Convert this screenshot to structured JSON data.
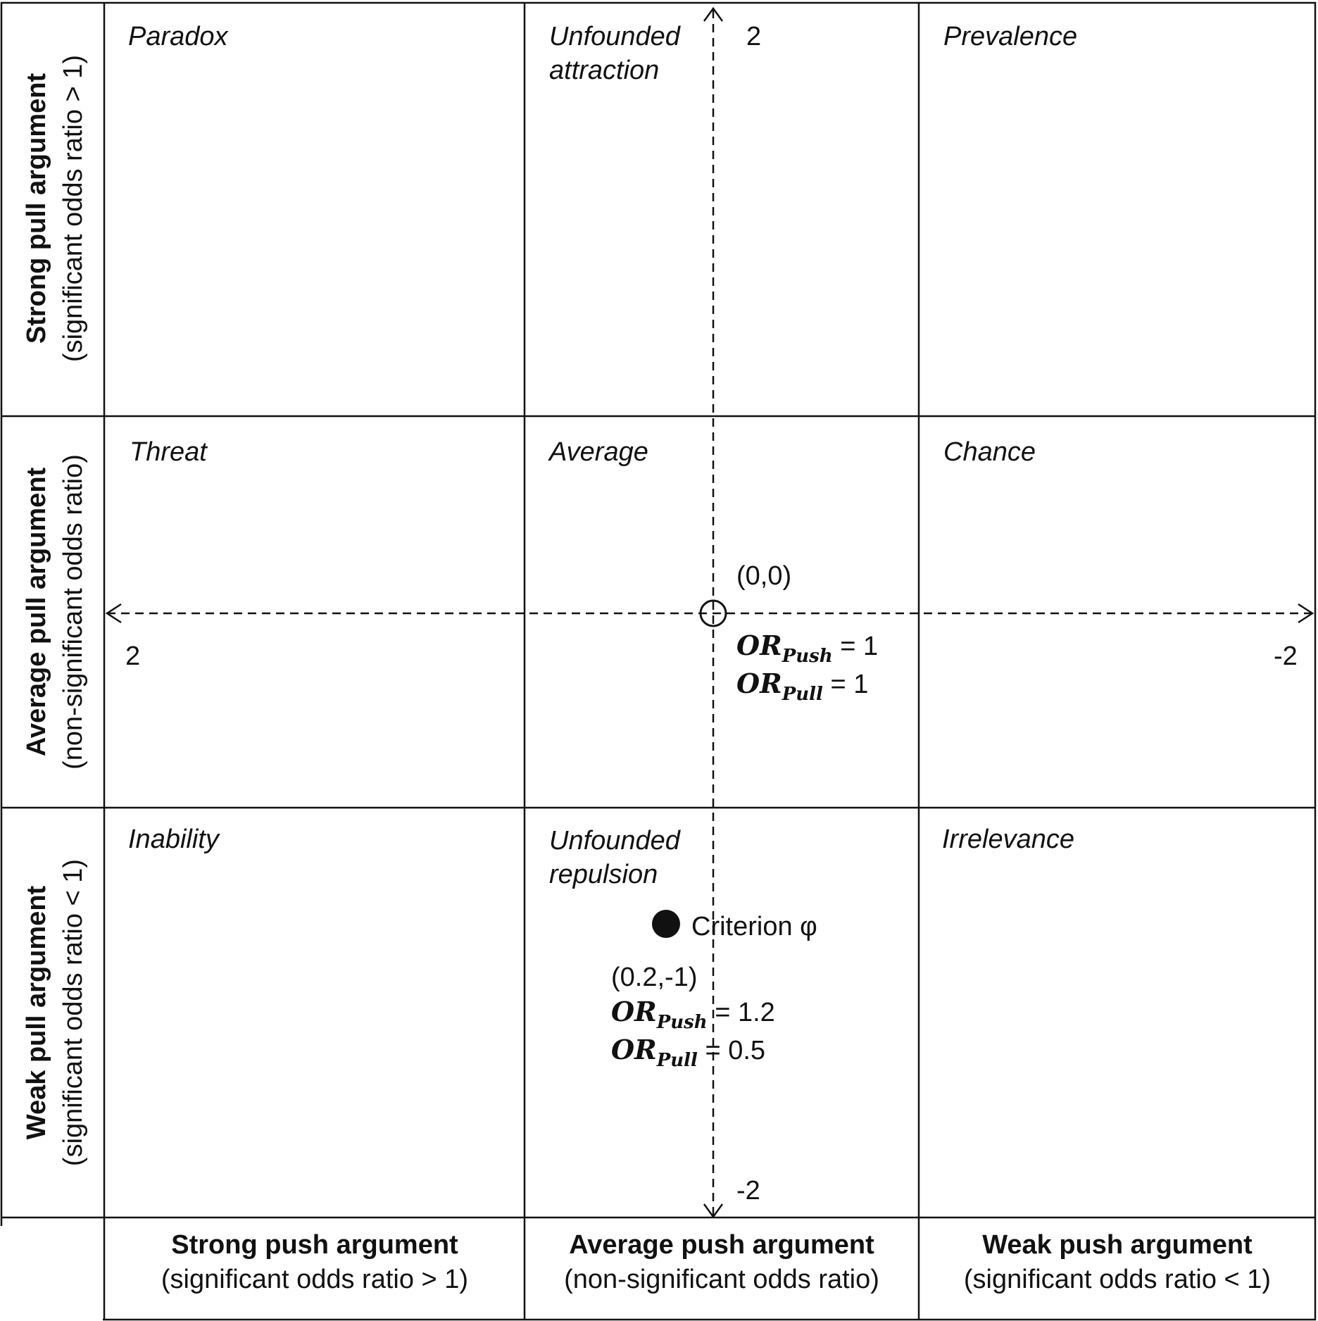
{
  "cells": {
    "top_left": "Paradox",
    "top_middle_line1": "Unfounded",
    "top_middle_line2": "attraction",
    "top_right": "Prevalence",
    "mid_left": "Threat",
    "mid_middle": "Average",
    "mid_right": "Chance",
    "bot_left": "Inability",
    "bot_middle_line1": "Unfounded",
    "bot_middle_line2": "repulsion",
    "bot_right": "Irrelevance"
  },
  "rows": [
    {
      "bold": "Strong pull argument",
      "sub": "(significant odds ratio > 1)"
    },
    {
      "bold": "Average pull argument",
      "sub": "(non-significant odds ratio)"
    },
    {
      "bold": "Weak pull argument",
      "sub": "(significant odds ratio < 1)"
    }
  ],
  "columns": [
    {
      "bold": "Strong push argument",
      "sub": "(significant odds ratio > 1)"
    },
    {
      "bold": "Average push argument",
      "sub": "(non-significant odds ratio)"
    },
    {
      "bold": "Weak push argument",
      "sub": "(significant odds ratio < 1)"
    }
  ],
  "axis_ticks": {
    "y_top": "2",
    "y_bottom": "-2",
    "x_left": "2",
    "x_right": "-2"
  },
  "origin": {
    "coord": "(0,0)",
    "or_push_main": "OR",
    "or_push_sub": "Push",
    "or_push_val": " = 1",
    "or_pull_main": "OR",
    "or_pull_sub": "Pull",
    "or_pull_val": " = 1"
  },
  "criterion": {
    "label": "Criterion φ",
    "coord": "(0.2,-1)",
    "or_push_main": "OR",
    "or_push_sub": "Push",
    "or_push_val": " = 1.2",
    "or_pull_main": "OR",
    "or_pull_sub": "Pull",
    "or_pull_val": " = 0.5"
  }
}
